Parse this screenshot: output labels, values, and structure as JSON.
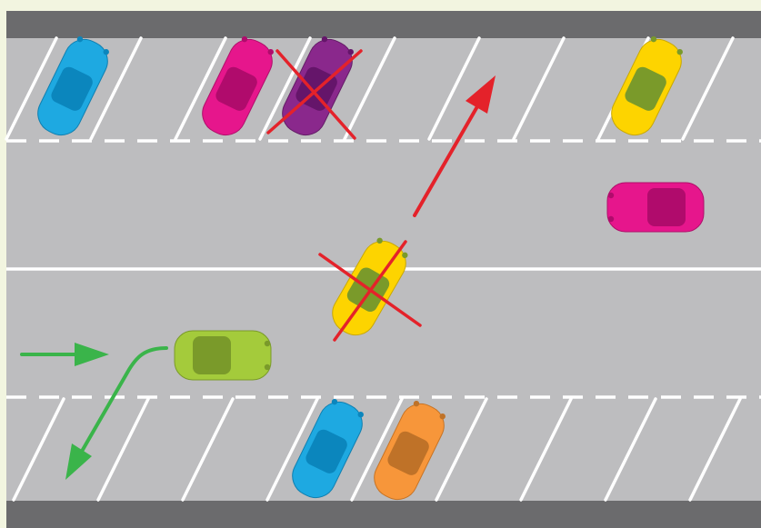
{
  "colors": {
    "frame": "#f2f5e0",
    "curb": "#6b6b6d",
    "asphalt": "#bdbdbf",
    "marking": "#ffffff",
    "wrong_move": "#e4222a",
    "right_move": "#3ab44a",
    "blue_car": "#1ea9e1",
    "magenta_car": "#e6168c",
    "purple_car": "#8a288c",
    "yellow_car": "#fdd400",
    "green_car": "#a4cb3b",
    "orange_car": "#f7963a"
  },
  "cars": [
    {
      "id": "blue-top",
      "color": "blue"
    },
    {
      "id": "magenta-top",
      "color": "magenta"
    },
    {
      "id": "purple-top",
      "color": "purple",
      "crossed_out": true
    },
    {
      "id": "yellow-top-right",
      "color": "yellow"
    },
    {
      "id": "magenta-road",
      "color": "magenta"
    },
    {
      "id": "yellow-middle",
      "color": "yellow",
      "crossed_out": true
    },
    {
      "id": "green-road",
      "color": "green"
    },
    {
      "id": "blue-bottom",
      "color": "blue"
    },
    {
      "id": "orange-bottom",
      "color": "orange"
    }
  ],
  "arrows": [
    {
      "id": "wrong-exit",
      "color": "red",
      "meaning": "incorrect"
    },
    {
      "id": "traffic-direction",
      "color": "green"
    },
    {
      "id": "correct-turn",
      "color": "green",
      "meaning": "correct"
    }
  ]
}
